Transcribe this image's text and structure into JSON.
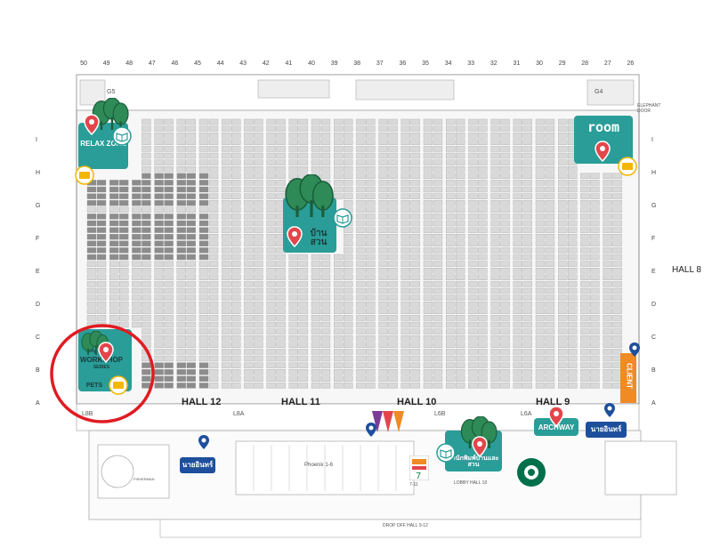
{
  "columns": [
    "50",
    "49",
    "48",
    "47",
    "46",
    "45",
    "44",
    "43",
    "42",
    "41",
    "40",
    "39",
    "38",
    "37",
    "36",
    "35",
    "34",
    "33",
    "32",
    "31",
    "30",
    "29",
    "28",
    "27",
    "26"
  ],
  "rows": [
    "I",
    "H",
    "G",
    "F",
    "E",
    "D",
    "C",
    "B",
    "A"
  ],
  "zones": {
    "relax": "RELAX ZONE",
    "room": "room",
    "workshop": "WORKSHOP",
    "workshop_top": "my home",
    "workshop_sub": "SERIES",
    "pets": "PETS",
    "archway": "ARCHWAY",
    "publisher": "สำนักพิมพ์บ้านและสวน",
    "baan_suan": "บ้านสวน",
    "client": "CLIENT"
  },
  "halls": {
    "h12": "HALL 12",
    "h11": "HALL 11",
    "h10": "HALL 10",
    "h9": "HALL 9",
    "h8": "HALL 8"
  },
  "labels": {
    "l8b": "L8B",
    "l8a": "L8A",
    "l6b": "L6B",
    "l6a": "L6A",
    "g5": "G5",
    "g4": "G4",
    "phoenix": "Phoenix 1-6",
    "lobby": "LOBBY HALL 10",
    "dropoff": "DROP OFF HALL 9-12",
    "seven": "7-11",
    "fisherman": "FISHERMAN",
    "elephant": "ELEPHANT DOOR",
    "nanmee": "นายอินทร์"
  },
  "colors": {
    "zone": "#2a9d98",
    "pin": "#e2464b",
    "location_pin": "#1d4f9c",
    "highlight_circle": "#e11b22",
    "booth": "#d9d9d9",
    "booth_dark": "#8c8c8c",
    "client": "#f08a24",
    "floor": "#f2f2f2"
  },
  "icons": [
    "map-pin-icon",
    "location-pin-icon",
    "book-icon",
    "tree-icon",
    "ticket-icon",
    "starbucks-logo-icon",
    "seven-eleven-logo-icon",
    "tv-logo-icon"
  ]
}
